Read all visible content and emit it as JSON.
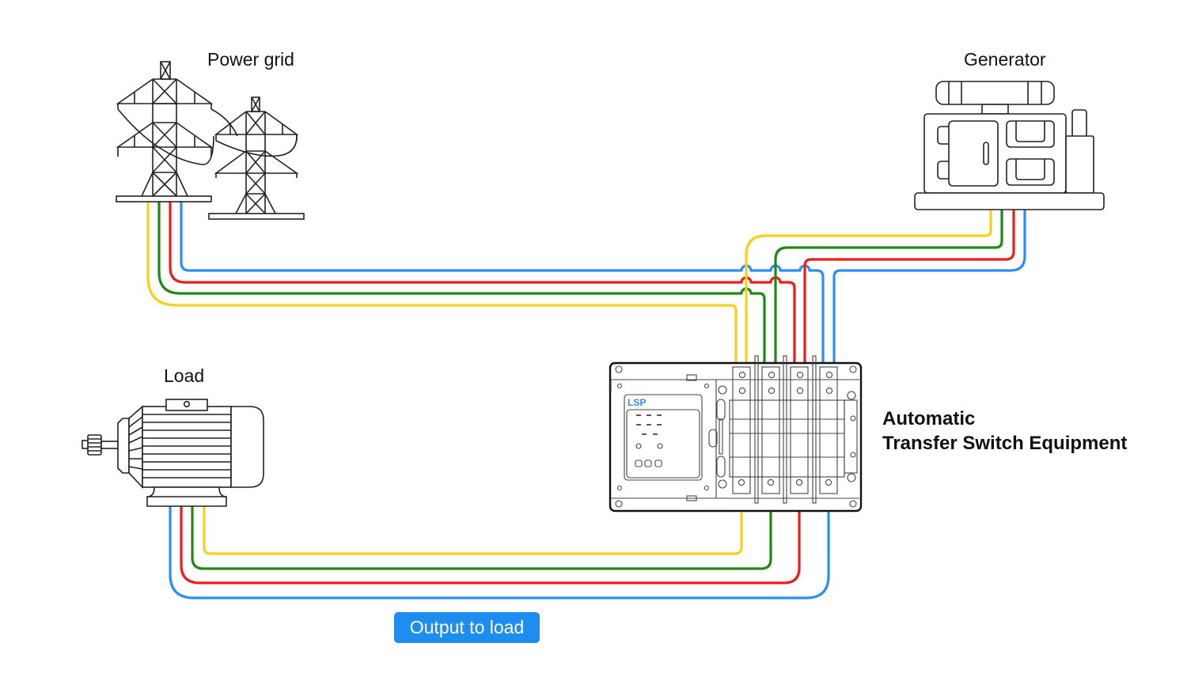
{
  "labels": {
    "power_grid": "Power grid",
    "generator": "Generator",
    "load": "Load",
    "ats_line1": "Automatic",
    "ats_line2": "Transfer Switch Equipment",
    "output_badge": "Output to load",
    "ats_brand": "LSP"
  },
  "wire_colors": {
    "yellow": "#f7cf1d",
    "green": "#1e8a14",
    "red": "#ee1c1c",
    "blue": "#2a8ff0"
  },
  "badge_color": "#1e8df0",
  "brand_color": "#2a8ff0"
}
